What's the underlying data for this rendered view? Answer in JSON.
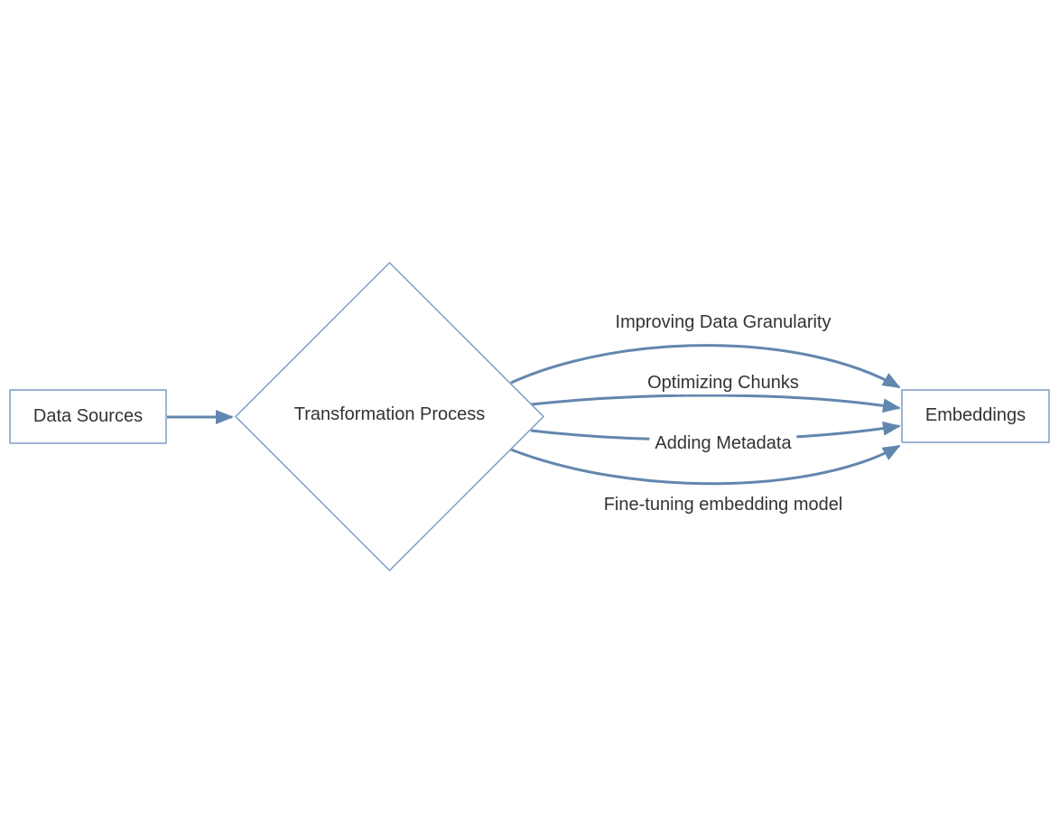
{
  "diagram": {
    "type": "flowchart",
    "direction": "left-to-right",
    "colors": {
      "background": "#ffffff",
      "node_fill": "#ffffff",
      "node_border": "#7d9cc6",
      "edge_stroke": "#6287ae",
      "text": "#333333"
    },
    "nodes": [
      {
        "id": "data-sources",
        "shape": "rectangle",
        "label": "Data Sources"
      },
      {
        "id": "transformation-process",
        "shape": "diamond",
        "label": "Transformation Process"
      },
      {
        "id": "embeddings",
        "shape": "rectangle",
        "label": "Embeddings"
      }
    ],
    "edges": [
      {
        "from": "data-sources",
        "to": "transformation-process",
        "label": ""
      },
      {
        "from": "transformation-process",
        "to": "embeddings",
        "label": "Improving Data Granularity"
      },
      {
        "from": "transformation-process",
        "to": "embeddings",
        "label": "Optimizing Chunks"
      },
      {
        "from": "transformation-process",
        "to": "embeddings",
        "label": "Adding Metadata"
      },
      {
        "from": "transformation-process",
        "to": "embeddings",
        "label": "Fine-tuning embedding model"
      }
    ]
  }
}
